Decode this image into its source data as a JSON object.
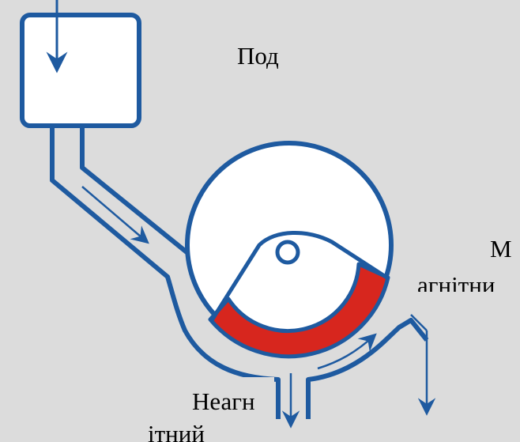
{
  "colors": {
    "background": "#dcdcdc",
    "outline": "#1e5aa0",
    "drum_fill": "#ffffff",
    "magnetic_sector": "#d7261e",
    "label_box": "#dcdcdc"
  },
  "labels": {
    "feed": "Под",
    "magnetic": "М",
    "magnetic_cont": "агнітни",
    "nonmagnetic": "Неагн",
    "nonmagnetic_cont": "ітний"
  },
  "icons": {
    "feed_arrow": "arrow-down-icon",
    "chute_arrow": "arrow-down-right-icon",
    "magnetic_arrow": "arrow-up-right-icon",
    "nonmagnetic_out_arrow": "arrow-down-icon",
    "magnetic_out_arrow": "arrow-down-icon"
  }
}
